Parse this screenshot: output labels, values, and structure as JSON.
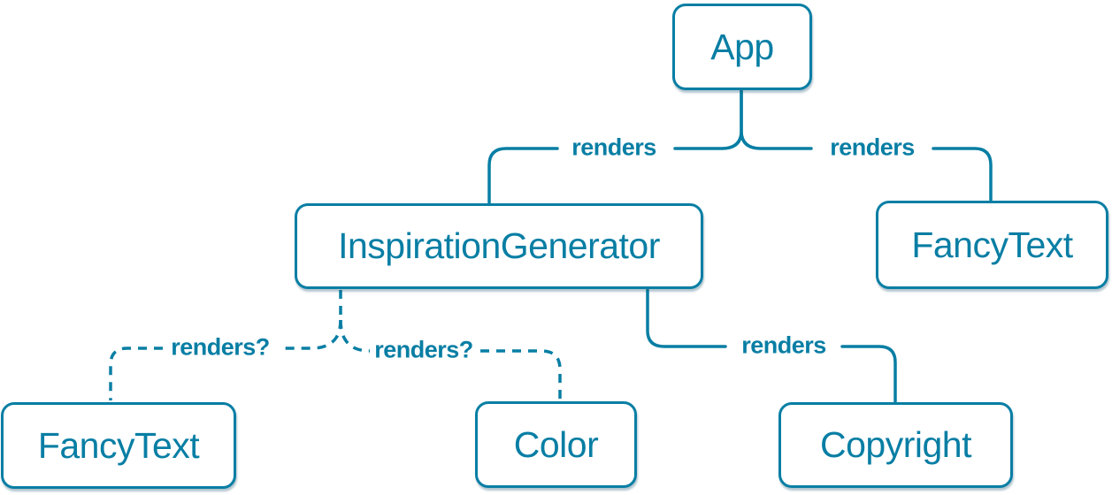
{
  "colors": {
    "accent": "#087ea4",
    "node_fill": "#ffffff"
  },
  "nodes": [
    {
      "id": "app",
      "label": "App"
    },
    {
      "id": "inspiration-generator",
      "label": "InspirationGenerator"
    },
    {
      "id": "fancy-text-top",
      "label": "FancyText"
    },
    {
      "id": "fancy-text-bottom",
      "label": "FancyText"
    },
    {
      "id": "color",
      "label": "Color"
    },
    {
      "id": "copyright",
      "label": "Copyright"
    }
  ],
  "edges": [
    {
      "from": "App",
      "to": "InspirationGenerator",
      "label": "renders",
      "style": "solid"
    },
    {
      "from": "App",
      "to": "FancyText",
      "label": "renders",
      "style": "solid"
    },
    {
      "from": "InspirationGenerator",
      "to": "FancyText",
      "label": "renders?",
      "style": "dashed"
    },
    {
      "from": "InspirationGenerator",
      "to": "Color",
      "label": "renders?",
      "style": "dashed"
    },
    {
      "from": "InspirationGenerator",
      "to": "Copyright",
      "label": "renders",
      "style": "solid"
    }
  ]
}
